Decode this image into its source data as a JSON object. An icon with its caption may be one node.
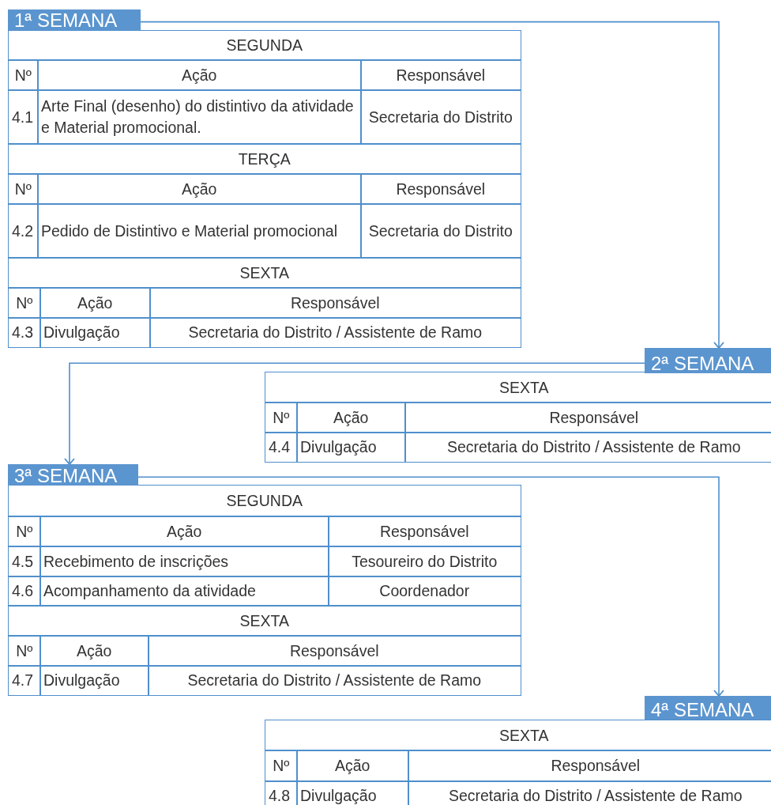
{
  "diagram": {
    "nodes": [
      {
        "text": [
          "1ª SEMANA"
        ]
      },
      {
        "text": [
          "2ª SEMANA"
        ]
      },
      {
        "text": [
          "3ª SEMANA"
        ]
      },
      {
        "text": [
          "4ª SEMANA"
        ]
      }
    ],
    "edges": [
      {
        "from": 0,
        "to": 1,
        "arrow": "to"
      },
      {
        "from": 1,
        "to": 2,
        "arrow": "to"
      },
      {
        "from": 2,
        "to": 3,
        "arrow": "to"
      }
    ],
    "labels": [
      "SEGUNDA",
      "Nº",
      "Ação",
      "Responsável",
      "4.1",
      "Arte Final (desenho) do distintivo da atividade e Material promocional.",
      "Secretaria do Distrito",
      "TERÇA",
      "Nº",
      "Ação",
      "Responsável",
      "4.2",
      "Pedido de Distintivo e Material promocional",
      "Secretaria do Distrito",
      "SEXTA",
      "Nº",
      "Ação",
      "Responsável",
      "4.3",
      "Divulgação",
      "Secretaria do Distrito / Assistente de Ramo",
      "SEXTA",
      "Nº",
      "Ação",
      "Responsável",
      "4.4",
      "Divulgação",
      "Secretaria do Distrito / Assistente de Ramo",
      "SEGUNDA",
      "Nº",
      "Ação",
      "Responsável",
      "4.5",
      "Recebimento de inscrições",
      "Tesoureiro do Distrito",
      "4.6",
      "Acompanhamento da atividade",
      "Coordenador",
      "SEXTA",
      "Nº",
      "Ação",
      "Responsável",
      "4.7",
      "Divulgação",
      "Secretaria do Distrito / Assistente de Ramo",
      "SEXTA",
      "Nº",
      "Ação",
      "Responsável",
      "4.8",
      "Divulgação",
      "Secretaria do Distrito / Assistente de Ramo"
    ]
  }
}
